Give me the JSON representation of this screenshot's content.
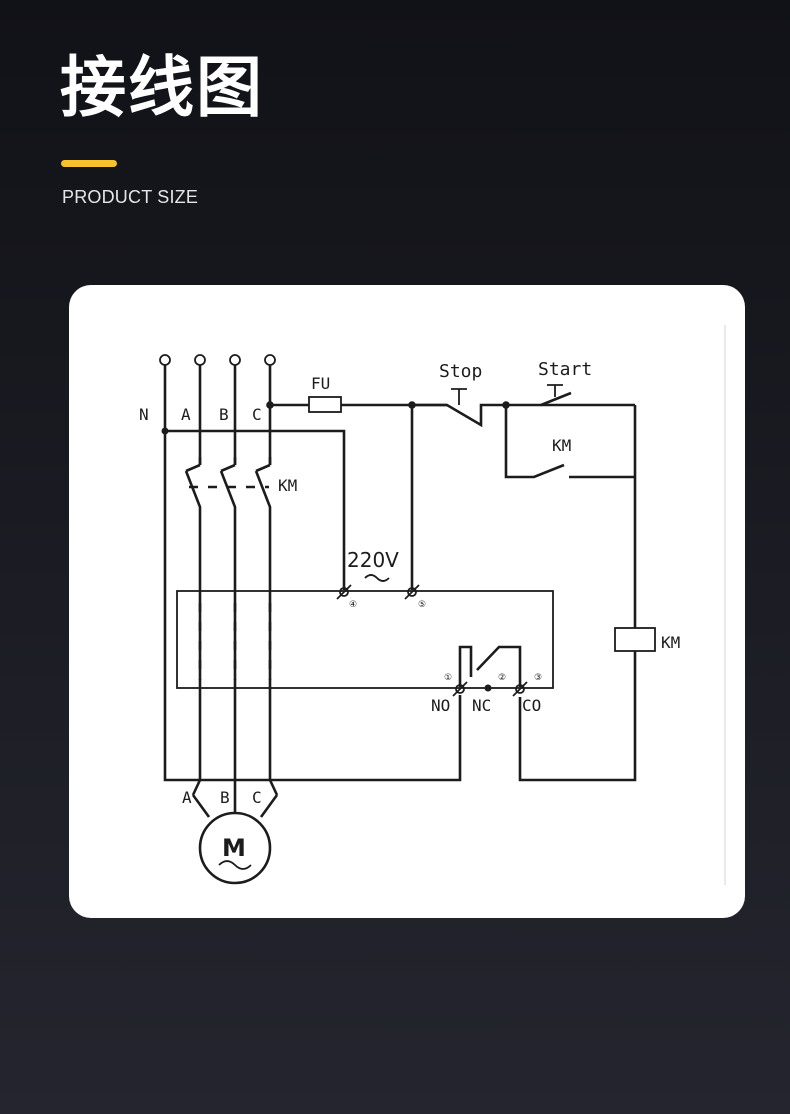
{
  "header": {
    "title": "接线图",
    "subtitle": "PRODUCT SIZE",
    "accent_color": "#f5c22c"
  },
  "diagram": {
    "phase_labels": [
      "N",
      "A",
      "B",
      "C"
    ],
    "fuse_label": "FU",
    "stop_label": "Stop",
    "start_label": "Start",
    "contactor_label": "KM",
    "main_contact_label": "KM",
    "coil_label": "KM",
    "voltage_label": "220V",
    "terminal_numbers": [
      "①",
      "②",
      "③",
      "④",
      "⑤"
    ],
    "relay_terminals": [
      "NO",
      "NC",
      "CO"
    ],
    "motor_phase_labels": [
      "A",
      "B",
      "C"
    ],
    "motor_label": "M"
  }
}
